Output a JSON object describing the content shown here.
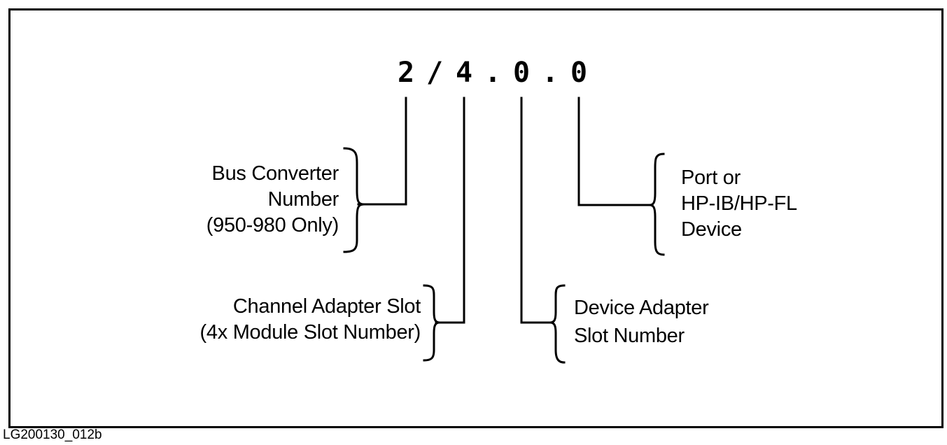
{
  "address": {
    "bus_converter": "2",
    "separator_slash": "/",
    "channel_adapter": "4",
    "separator_dot_1": ".",
    "device_adapter": "0",
    "separator_dot_2": ".",
    "port": "0"
  },
  "labels": {
    "bus_converter": [
      "Bus Converter",
      "Number",
      "(950-980 Only)"
    ],
    "channel_adapter": [
      "Channel Adapter Slot",
      "(4x Module Slot Number)"
    ],
    "device_adapter": [
      "Device Adapter",
      "Slot Number"
    ],
    "port_device": [
      "Port or",
      "HP-IB/HP-FL",
      "Device"
    ]
  },
  "figure_id": "LG200130_012b",
  "colors": {
    "ink": "#000000",
    "background": "#ffffff"
  }
}
